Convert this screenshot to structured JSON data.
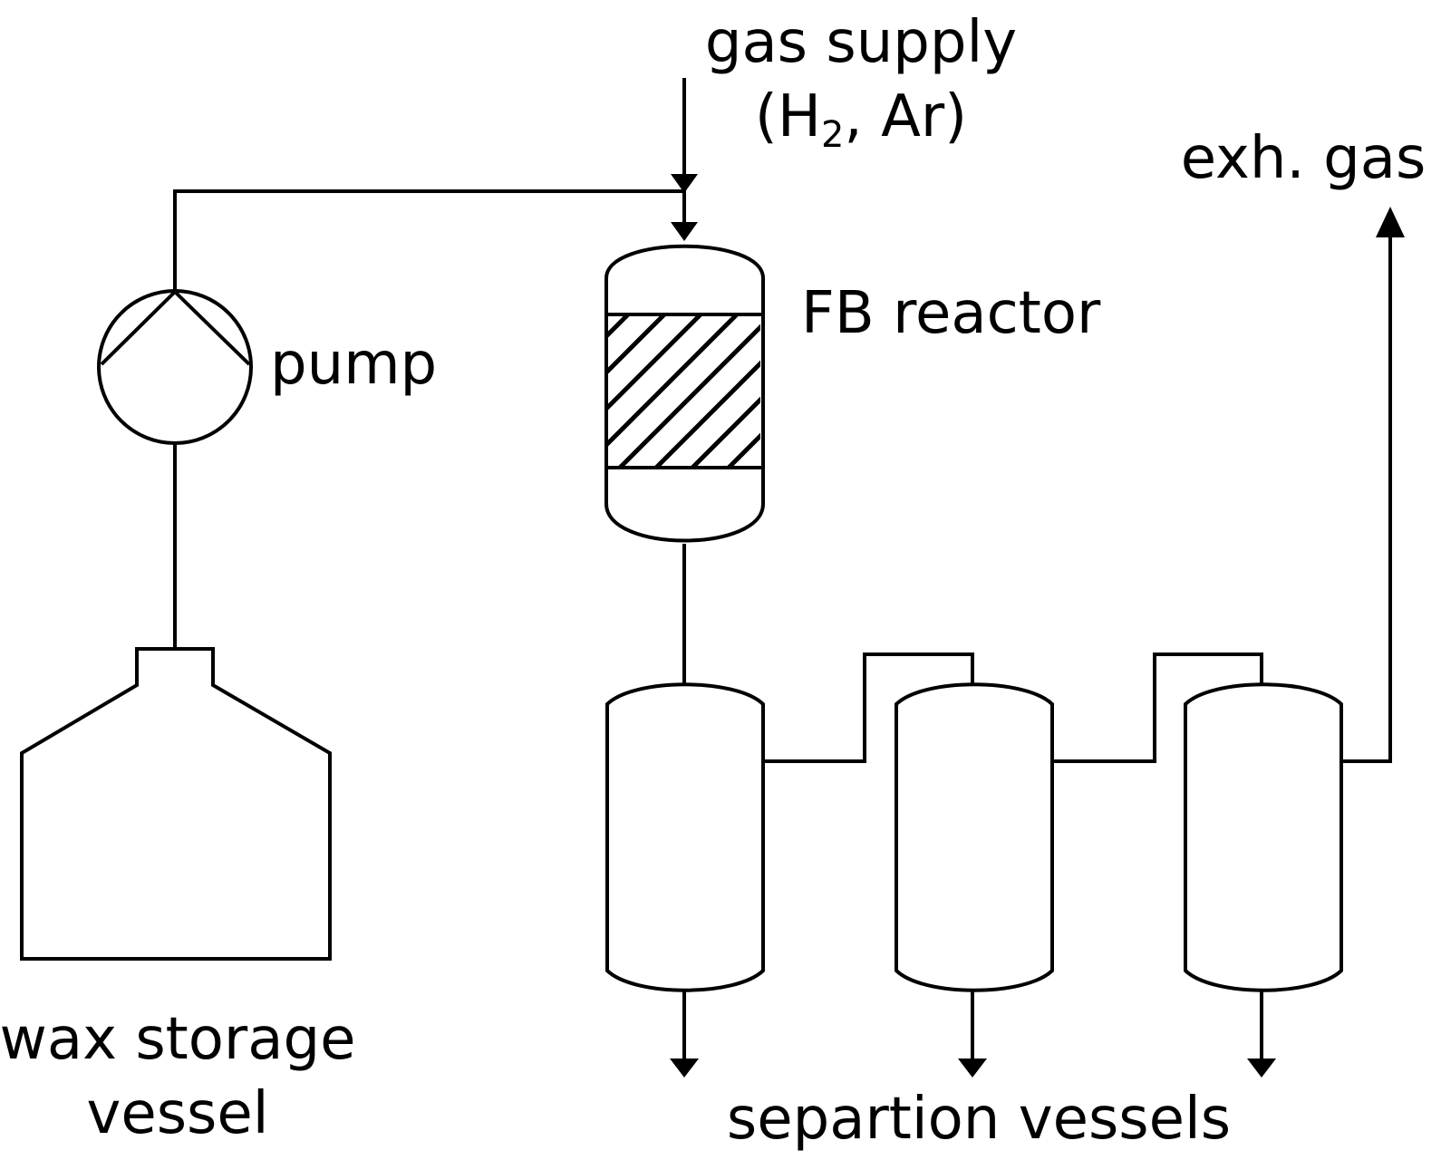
{
  "labels": {
    "gas_supply_line1": "gas supply",
    "gas_supply_line2_pre": "(H",
    "gas_supply_line2_sub": "2",
    "gas_supply_line2_post": ", Ar)",
    "exhaust": "exh. gas",
    "pump": "pump",
    "reactor": "FB reactor",
    "storage_line1": "wax storage",
    "storage_line2": "vessel",
    "separation": "separtion vessels"
  },
  "colors": {
    "line": "#000000",
    "background": "#ffffff"
  }
}
